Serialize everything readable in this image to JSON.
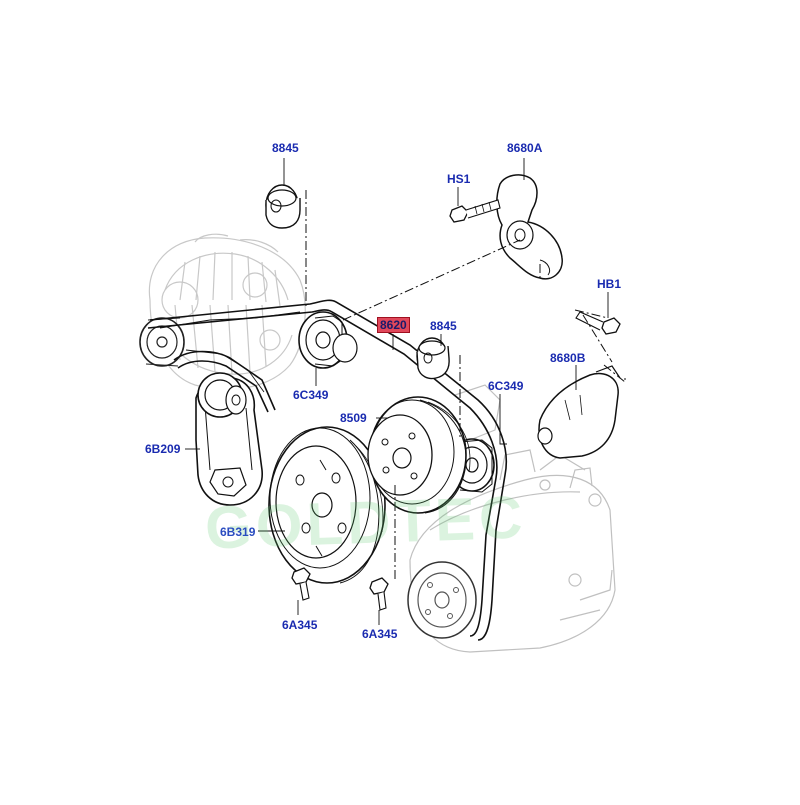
{
  "diagram": {
    "accent_label_color": "#1a2bb0",
    "highlight_color": "#e0475a",
    "parts": {
      "idler_top": "8845",
      "tensioner_bracket": "8680A",
      "bolt_hs1": "HS1",
      "bolt_hb1": "HB1",
      "belt": "8620",
      "idler_mid": "8845",
      "idler_left": "6C349",
      "idler_right": "6C349",
      "bracket_right": "8680B",
      "pulley_water_pump": "8509",
      "tensioner": "6B209",
      "crank_pulley": "6B319",
      "bolt_left": "6A345",
      "bolt_right": "6A345"
    },
    "highlighted_part": "8620"
  }
}
